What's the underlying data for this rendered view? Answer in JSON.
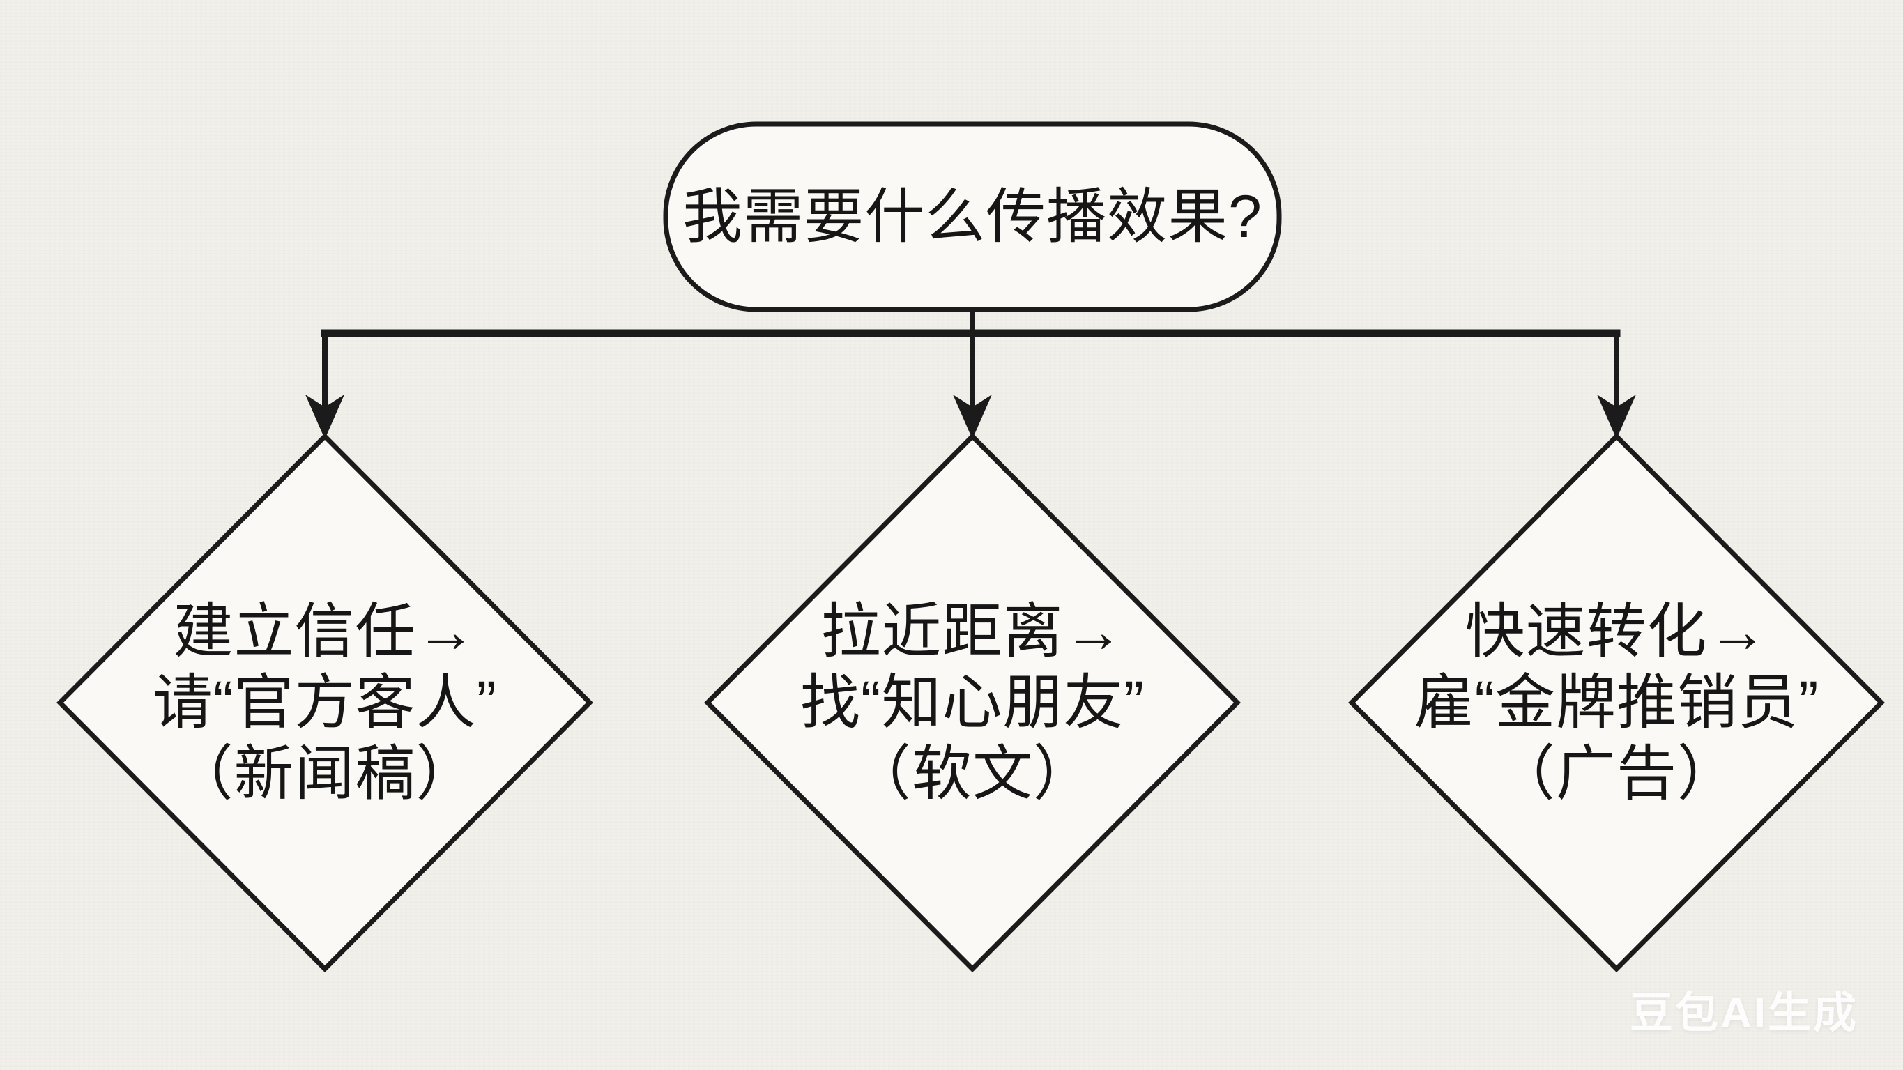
{
  "title": {
    "text": "我需要什么传播效果?"
  },
  "nodes": [
    {
      "line1": "建立信任→",
      "line2": "请“官方客人”",
      "line3": "（新闻稿）"
    },
    {
      "line1": "拉近距离→",
      "line2": "找“知心朋友”",
      "line3": "（软文）"
    },
    {
      "line1": "快速转化→",
      "line2": "雇“金牌推销员”",
      "line3": "（广告）"
    }
  ],
  "watermark": {
    "text": "豆包AI生成"
  },
  "colors": {
    "background": "#f2f0eb",
    "node_fill": "#faf9f5",
    "line": "#1b1b1b",
    "text": "#161616",
    "watermark": "#ffffff"
  }
}
